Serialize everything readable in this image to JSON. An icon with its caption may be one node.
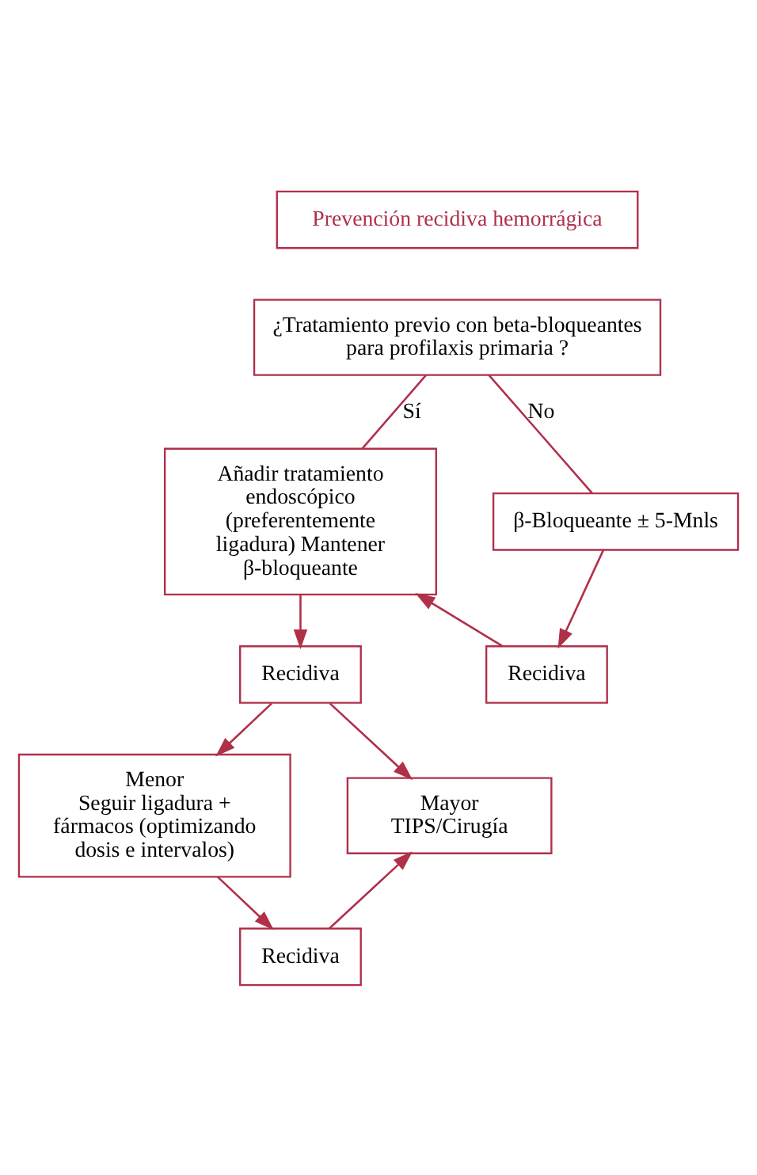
{
  "diagram": {
    "nodes": [
      {
        "text": [
          "Prevención recidiva hemorrágica"
        ]
      },
      {
        "text": [
          "¿Tratamiento previo con beta-bloqueantes para profilaxis primaria ?"
        ]
      },
      {
        "text": [
          "Añadir tratamiento endoscópico (preferentemente ligadura) Mantener β-bloqueante"
        ]
      },
      {
        "text": [
          "β-Bloqueante ± 5-Mnls"
        ]
      },
      {
        "text": [
          "Recidiva"
        ]
      },
      {
        "text": [
          "Recidiva"
        ]
      },
      {
        "text": [
          "Menor",
          "Seguir ligadura + fármacos (optimizando dosis e intervalos)"
        ]
      },
      {
        "text": [
          "Mayor",
          "TIPS/Cirugía"
        ]
      },
      {
        "text": [
          "Recidiva"
        ]
      }
    ],
    "edges": [
      {
        "from": 1,
        "to": 2,
        "arrow": "none",
        "label": "Sí"
      },
      {
        "from": 1,
        "to": 3,
        "arrow": "none",
        "label": "No"
      },
      {
        "from": 3,
        "to": 4,
        "arrow": "to"
      },
      {
        "from": 4,
        "to": 2,
        "arrow": "to"
      },
      {
        "from": 2,
        "to": 5,
        "arrow": "to"
      },
      {
        "from": 5,
        "to": 6,
        "arrow": "to"
      },
      {
        "from": 5,
        "to": 7,
        "arrow": "to"
      },
      {
        "from": 6,
        "to": 8,
        "arrow": "to"
      },
      {
        "from": 8,
        "to": 7,
        "arrow": "to"
      }
    ]
  }
}
